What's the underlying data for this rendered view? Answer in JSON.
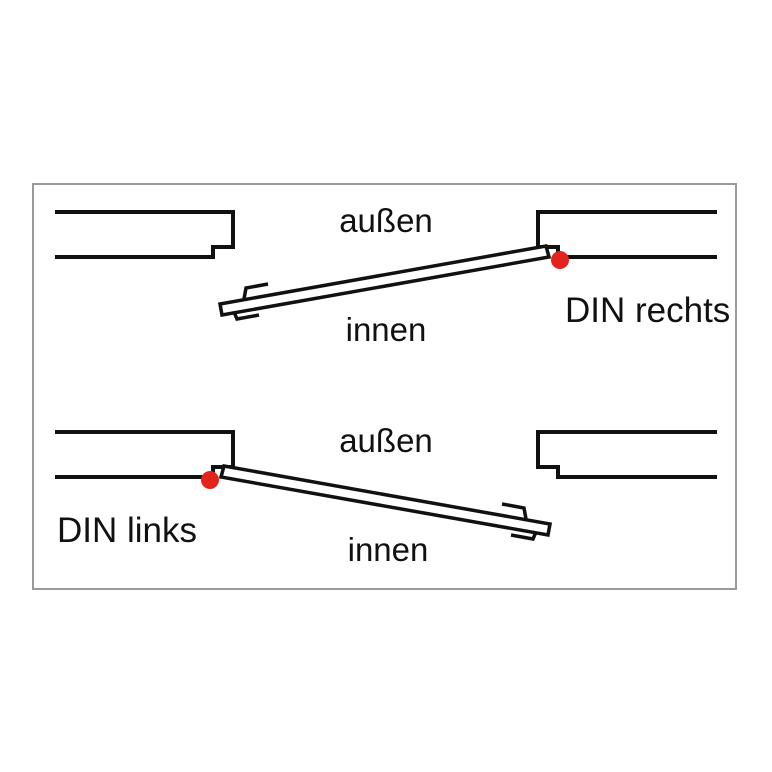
{
  "diagrams": {
    "top": {
      "outside_label": "außen",
      "inside_label": "innen",
      "handing_label": "DIN rechts",
      "hinge_side": "right"
    },
    "bottom": {
      "outside_label": "außen",
      "inside_label": "innen",
      "handing_label": "DIN links",
      "hinge_side": "left"
    }
  },
  "colors": {
    "line": "#111111",
    "hinge_dot": "#e2241d",
    "frame_border": "#9a9a9a",
    "background": "#ffffff",
    "text": "#111111"
  }
}
